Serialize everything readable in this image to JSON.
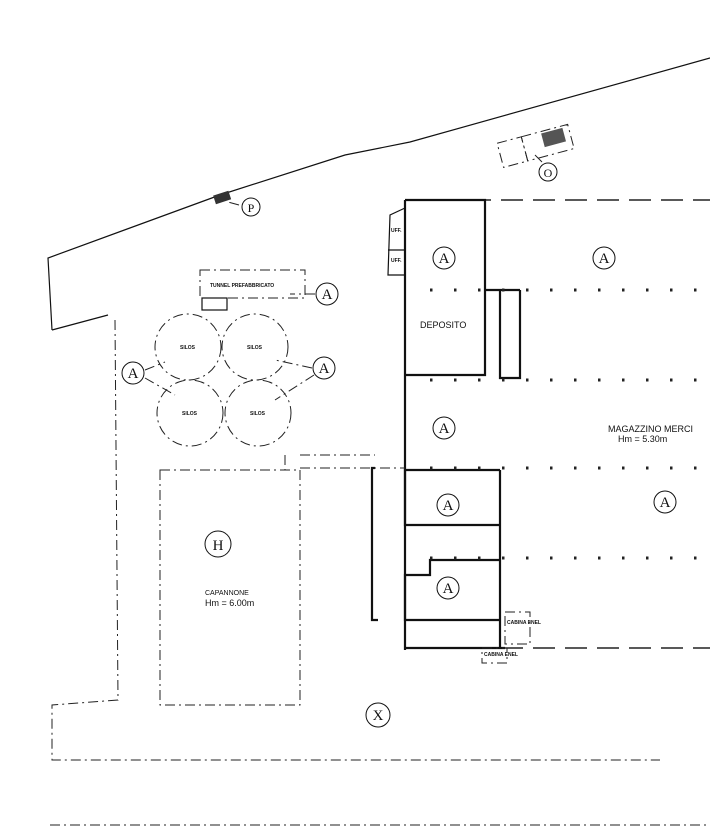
{
  "labels": {
    "tunnel": "TUNNEL PREFABBRICATO",
    "silos": [
      "SILOS",
      "SILOS",
      "SILOS",
      "SILOS"
    ],
    "office": [
      "UFF.",
      "UFF."
    ],
    "deposito": "DEPOSITO",
    "magazzino": "MAGAZZINO MERCI",
    "magazzino_height": "Hm = 5.30m",
    "capannone": "CAPANNONE",
    "capannone_height": "Hm = 6.00m",
    "cabina": [
      "CABINA ENEL",
      "CABINA ENEL"
    ]
  },
  "markers": {
    "a": "A",
    "p": "P",
    "o": "O",
    "x": "X",
    "h": "H"
  }
}
